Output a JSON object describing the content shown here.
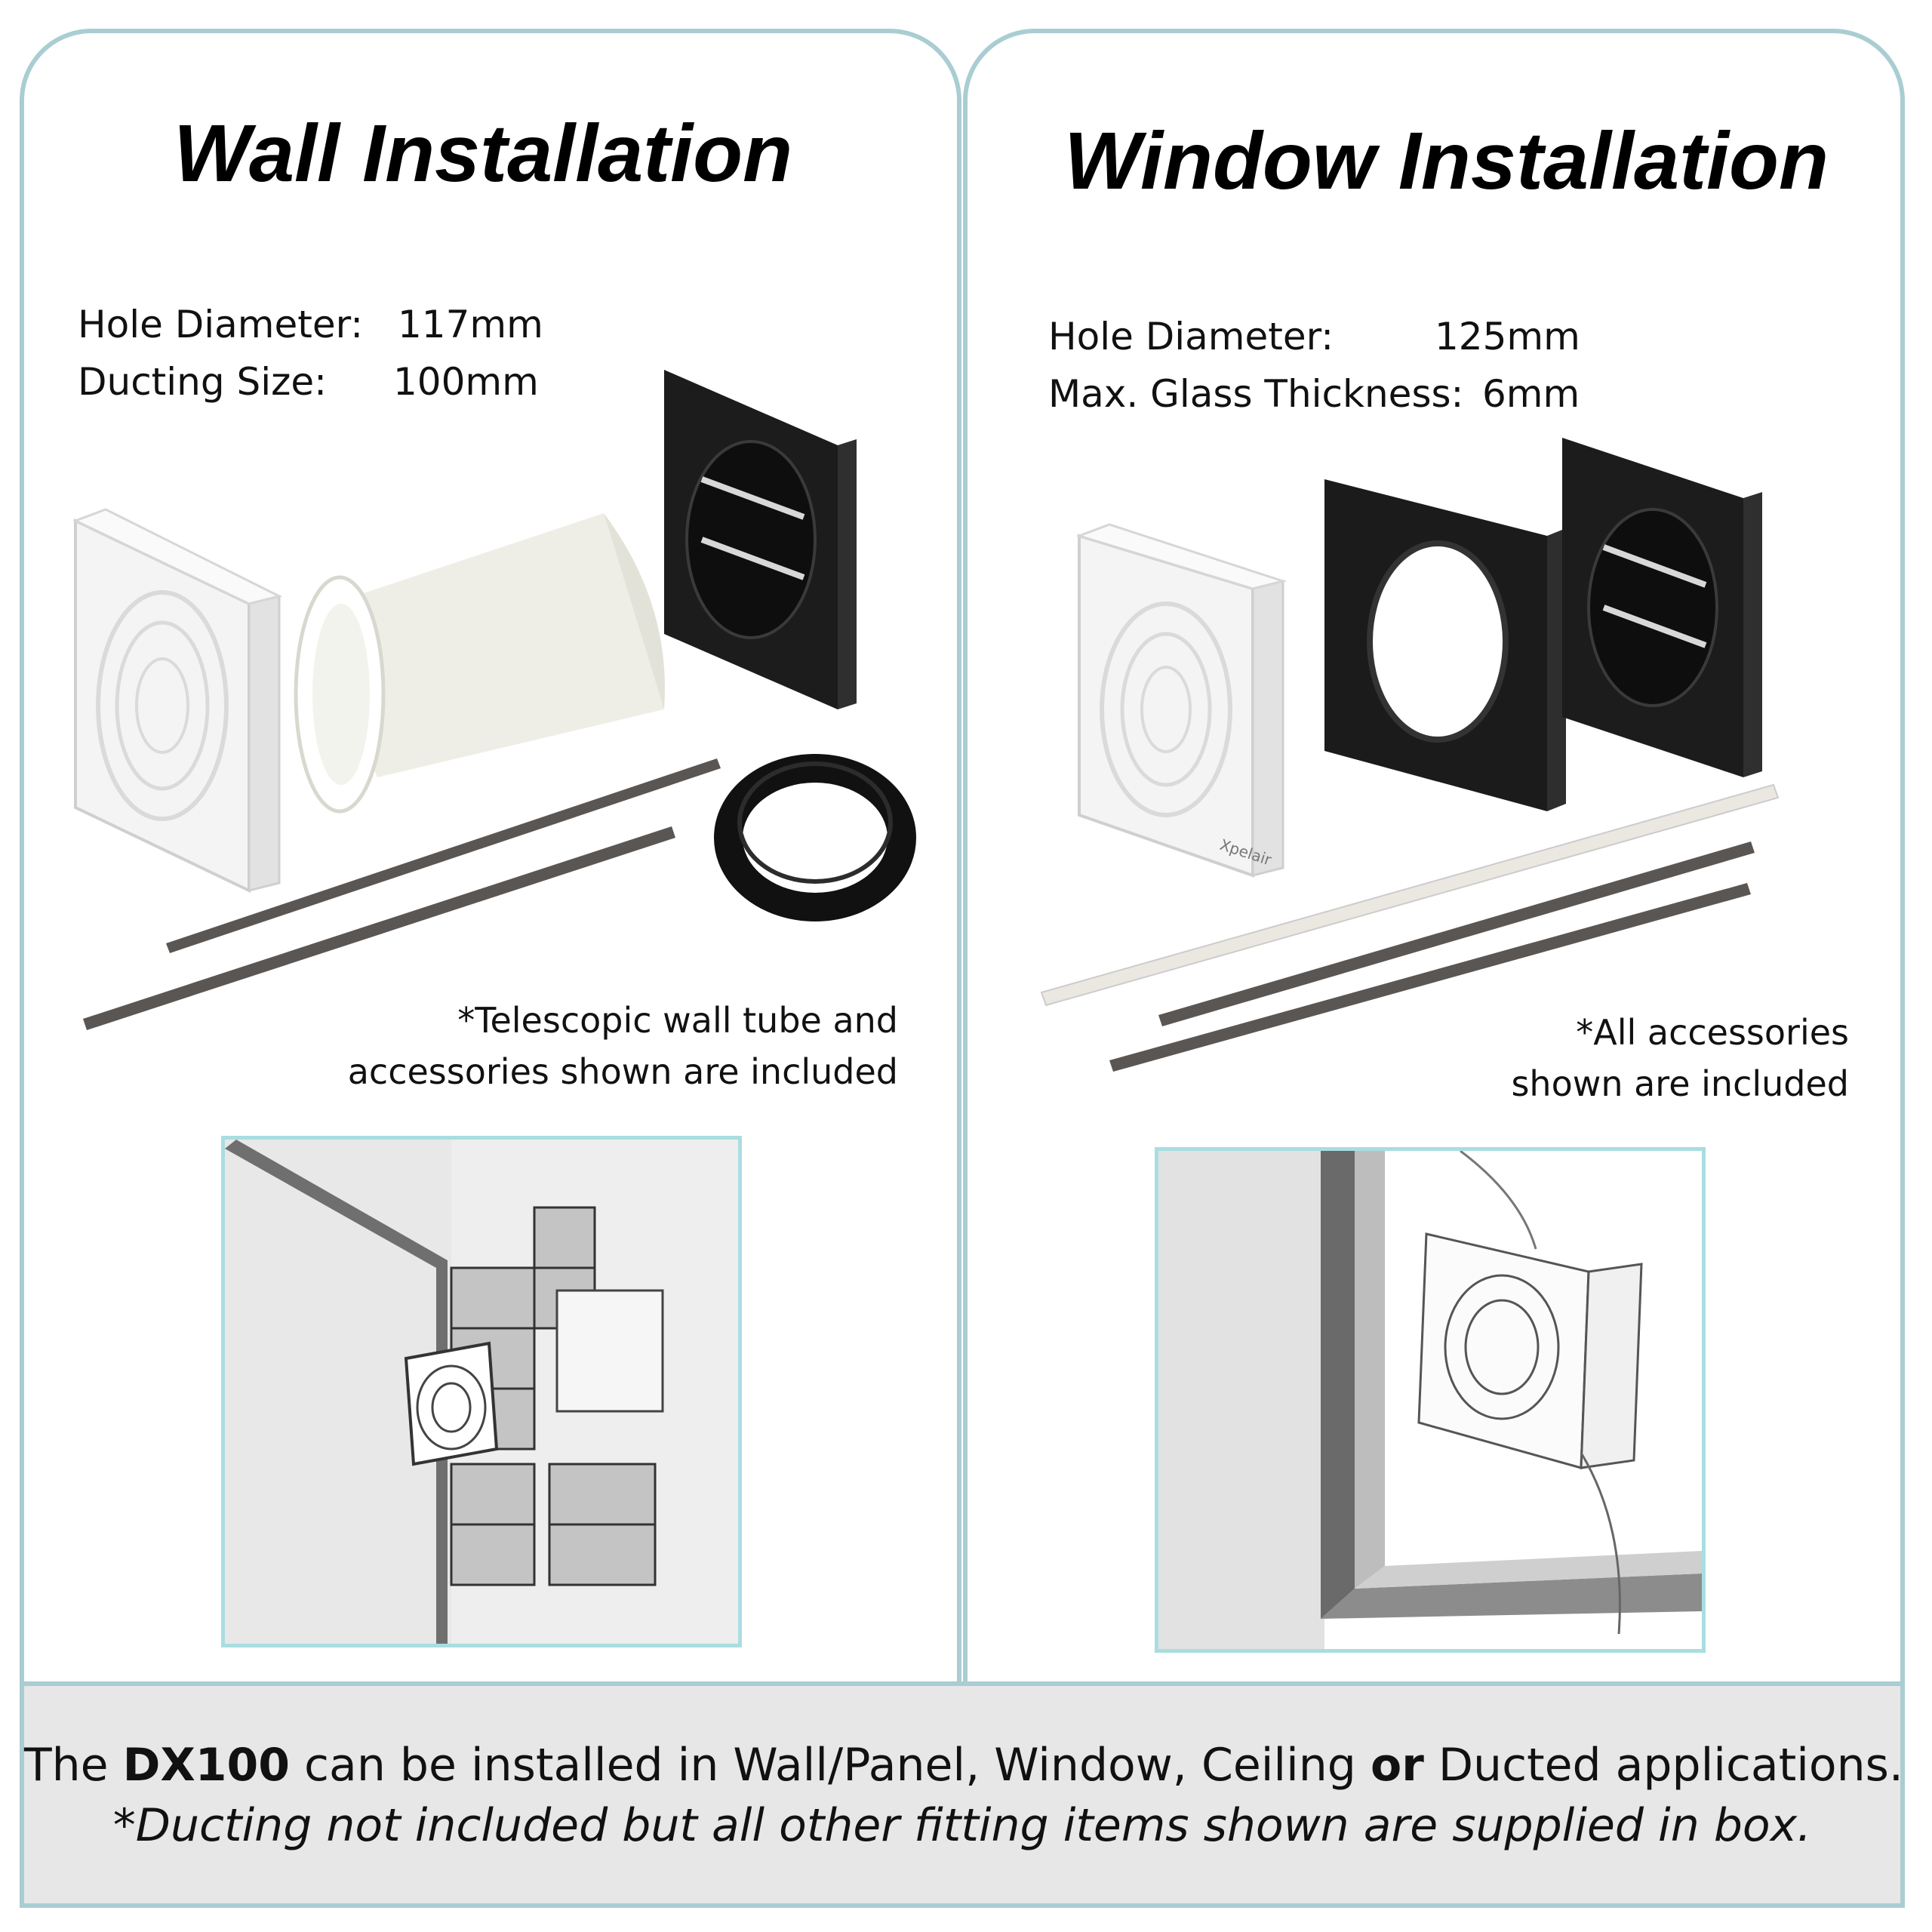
{
  "wall": {
    "title": "Wall Installation",
    "spec_rows": [
      {
        "label": "Hole Diameter:",
        "value": "117mm"
      },
      {
        "label": "Ducting Size:",
        "value": "100mm"
      }
    ],
    "note_lines": [
      "*Telescopic wall tube and",
      "accessories shown are included"
    ]
  },
  "window": {
    "title": "Window Installation",
    "spec_rows": [
      {
        "label": "Hole Diameter:",
        "value": "125mm"
      },
      {
        "label": "Max. Glass Thickness:",
        "value": "6mm"
      }
    ],
    "note_lines": [
      "*All accessories",
      "shown are included"
    ],
    "brand_mark": "Xpelair"
  },
  "footer": {
    "line1": {
      "pre": "The ",
      "product": "DX100",
      "mid": " can be installed in Wall/Panel, Window, Ceiling ",
      "conj": "or",
      "post": " Ducted applications."
    },
    "line2": "*Ducting not included but all other fitting items shown are supplied in box."
  },
  "colors": {
    "border": "#a9cdd2",
    "illustration_border": "#a9dde1",
    "footer_bg": "#e7e7e7"
  },
  "icons": [
    "fan-icon",
    "duct-tube-icon",
    "outlet-grille-icon",
    "sealing-ring-icon",
    "foam-strip-icon",
    "window-adaptor-plate-icon"
  ]
}
